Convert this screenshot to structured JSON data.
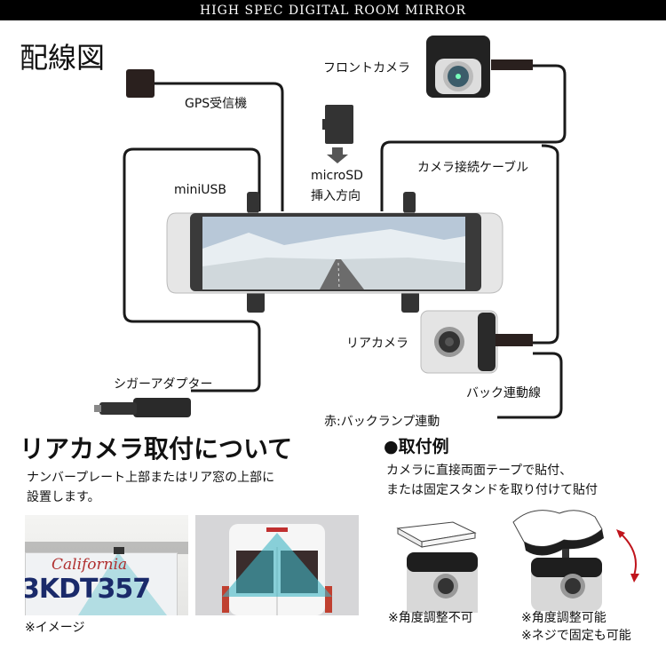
{
  "header": {
    "title": "HIGH SPEC DIGITAL ROOM MIRROR"
  },
  "wiring": {
    "title": "配線図",
    "gps": "GPS受信機",
    "front_camera": "フロントカメラ",
    "microsd_1": "microSD",
    "microsd_2": "挿入方向",
    "camera_cable": "カメラ接続ケーブル",
    "mini_usb": "miniUSB",
    "rear_camera": "リアカメラ",
    "cigar_adapter": "シガーアダプター",
    "back_wire": "バック連動線",
    "back_lamp": "赤:バックランプ連動"
  },
  "rear_mount": {
    "title": "リアカメラ取付について",
    "desc_1": "ナンバープレート上部またはリア窓の上部に",
    "desc_2": "設置します。",
    "plate_state": "California",
    "plate_number": "3KDT357",
    "image_note": "※イメージ"
  },
  "examples": {
    "title": "●取付例",
    "desc_1": "カメラに直接両面テープで貼付、",
    "desc_2": "または固定スタンドを取り付けて貼付",
    "note_fixed": "※角度調整不可",
    "note_adjust_1": "※角度調整可能",
    "note_adjust_2": "※ネジで固定も可能"
  },
  "colors": {
    "wire": "#1a1a1a",
    "accent_red": "#c0141c",
    "cone": "#3fb6c4"
  }
}
